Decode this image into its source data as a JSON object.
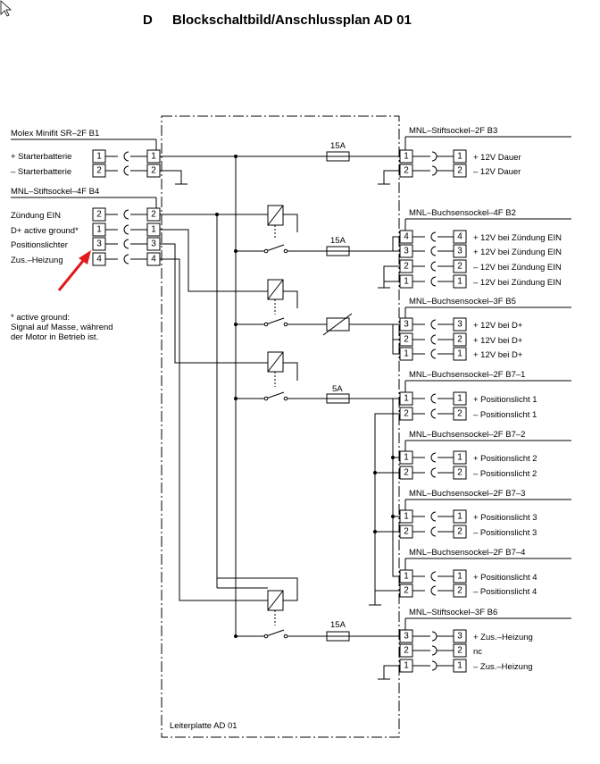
{
  "title": {
    "letter": "D",
    "text": "Blockschaltbild/Anschlussplan AD 01"
  },
  "board_label": "Leiterplatte AD 01",
  "note": {
    "line1": "* active ground:",
    "line2": "Signal auf Masse, während",
    "line3": "der Motor in Betrieb ist."
  },
  "left": {
    "molex": {
      "header": "Molex Minifit SR–2F B1",
      "rows": [
        {
          "label": "+ Starterbatterie",
          "pin": "1",
          "pin2": "1"
        },
        {
          "label": "– Starterbatterie",
          "pin": "2",
          "pin2": "2"
        }
      ]
    },
    "mnl4": {
      "header": "MNL–Stiftsockel–4F B4",
      "rows": [
        {
          "label": "Zündung EIN",
          "pin": "2",
          "pin2": "2"
        },
        {
          "label": "D+ active ground*",
          "pin": "1",
          "pin2": "1"
        },
        {
          "label": "Positionslichter",
          "pin": "3",
          "pin2": "3"
        },
        {
          "label": "Zus.–Heizung",
          "pin": "4",
          "pin2": "4"
        }
      ]
    }
  },
  "fuses": {
    "f1": "15A",
    "f2": "15A",
    "f3": "5A",
    "f4": "15A"
  },
  "right": {
    "b3": {
      "header": "MNL–Stiftsockel–2F B3",
      "rows": [
        {
          "pin": "1",
          "pin2": "1",
          "label": "+ 12V Dauer"
        },
        {
          "pin": "2",
          "pin2": "2",
          "label": "– 12V Dauer"
        }
      ]
    },
    "b2": {
      "header": "MNL–Buchsensockel–4F B2",
      "rows": [
        {
          "pin": "4",
          "pin2": "4",
          "label": "+ 12V bei Zündung EIN"
        },
        {
          "pin": "3",
          "pin2": "3",
          "label": "+ 12V bei Zündung EIN"
        },
        {
          "pin": "2",
          "pin2": "2",
          "label": "– 12V bei Zündung EIN"
        },
        {
          "pin": "1",
          "pin2": "1",
          "label": "– 12V bei Zündung EIN"
        }
      ]
    },
    "b5": {
      "header": "MNL–Buchsensockel–3F B5",
      "rows": [
        {
          "pin": "3",
          "pin2": "3",
          "label": "+ 12V bei D+"
        },
        {
          "pin": "2",
          "pin2": "2",
          "label": "+ 12V bei D+"
        },
        {
          "pin": "1",
          "pin2": "1",
          "label": "+ 12V bei D+"
        }
      ]
    },
    "b71": {
      "header": "MNL–Buchsensockel–2F B7–1",
      "rows": [
        {
          "pin": "1",
          "pin2": "1",
          "label": "+ Positionslicht 1"
        },
        {
          "pin": "2",
          "pin2": "2",
          "label": "– Positionslicht 1"
        }
      ]
    },
    "b72": {
      "header": "MNL–Buchsensockel–2F B7–2",
      "rows": [
        {
          "pin": "1",
          "pin2": "1",
          "label": "+ Positionslicht 2"
        },
        {
          "pin": "2",
          "pin2": "2",
          "label": "– Positionslicht 2"
        }
      ]
    },
    "b73": {
      "header": "MNL–Buchsensockel–2F B7–3",
      "rows": [
        {
          "pin": "1",
          "pin2": "1",
          "label": "+ Positionslicht 3"
        },
        {
          "pin": "2",
          "pin2": "2",
          "label": "– Positionslicht 3"
        }
      ]
    },
    "b74": {
      "header": "MNL–Buchsensockel–2F B7–4",
      "rows": [
        {
          "pin": "1",
          "pin2": "1",
          "label": "+ Positionslicht 4"
        },
        {
          "pin": "2",
          "pin2": "2",
          "label": "– Positionslicht 4"
        }
      ]
    },
    "b6": {
      "header": "MNL–Stiftsockel–3F B6",
      "rows": [
        {
          "pin": "3",
          "pin2": "3",
          "label": "+ Zus.–Heizung"
        },
        {
          "pin": "2",
          "pin2": "2",
          "label": "nc"
        },
        {
          "pin": "1",
          "pin2": "1",
          "label": "– Zus.–Heizung"
        }
      ]
    }
  },
  "colors": {
    "line": "#000000",
    "arrow": "#e0191b"
  }
}
